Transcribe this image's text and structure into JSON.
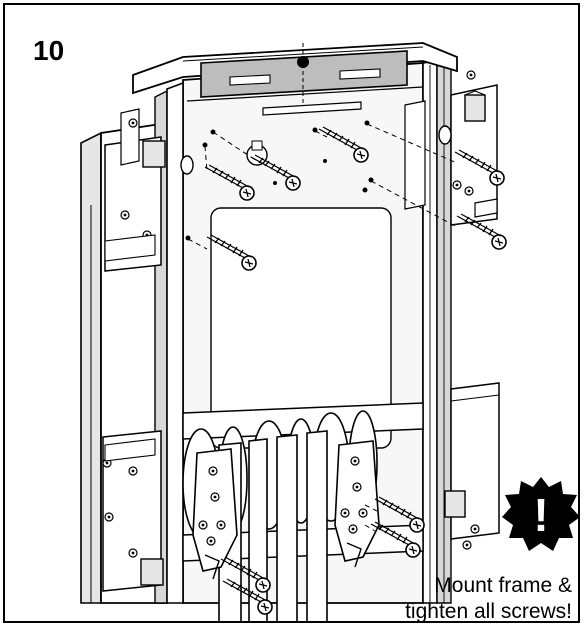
{
  "step_number": "10",
  "warning": {
    "line1": "Mount frame &",
    "line2": "tighten all screws!",
    "symbol": "!",
    "icon": "warning-badge-icon"
  },
  "colors": {
    "ink": "#000000",
    "paper": "#ffffff",
    "fill_light": "#e6e6e6",
    "fill_mid": "#b5b5b5"
  }
}
